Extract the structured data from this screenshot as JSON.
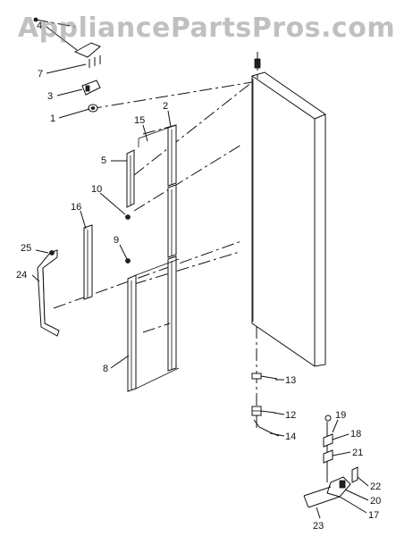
{
  "watermark": "AppliancePartsPros.com",
  "callouts": {
    "c1": "1",
    "c2": "2",
    "c3": "3",
    "c4": "4",
    "c5": "5",
    "c7": "7",
    "c8": "8",
    "c9": "9",
    "c10": "10",
    "c12": "12",
    "c13": "13",
    "c14": "14",
    "c15": "15",
    "c16": "16",
    "c17": "17",
    "c18": "18",
    "c19": "19",
    "c20": "20",
    "c21": "21",
    "c22": "22",
    "c23": "23",
    "c24": "24",
    "c25": "25"
  }
}
